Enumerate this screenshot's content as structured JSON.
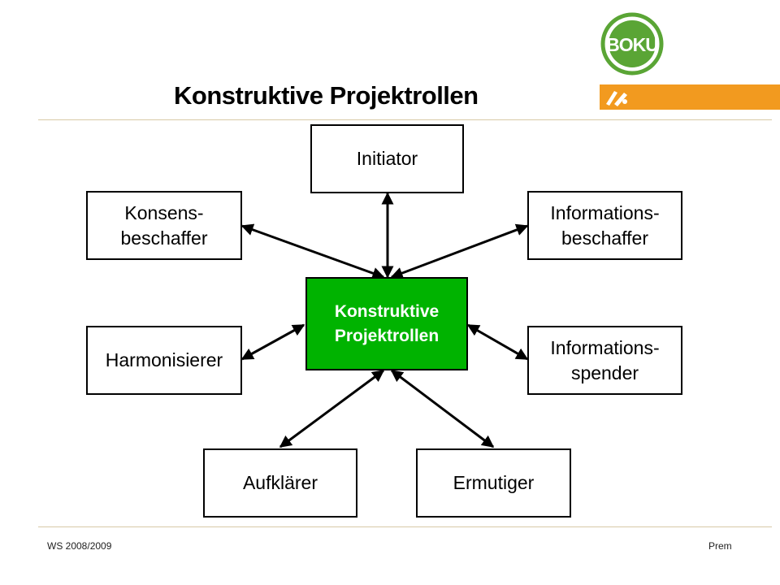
{
  "header": {
    "title": "Konstruktive Projektrollen"
  },
  "logo": {
    "text": "BOKU",
    "colors": {
      "green": "#5aa535",
      "orange": "#f29a1f"
    }
  },
  "diagram": {
    "center": "Konstruktive\nProjektrollen",
    "roles": {
      "initiator": "Initiator",
      "konsens": "Konsens-\nbeschaffer",
      "info_beschaffer": "Informations-\nbeschaffer",
      "harmonisierer": "Harmonisierer",
      "info_spender": "Informations-\nspender",
      "aufklaerer": "Aufklärer",
      "ermutiger": "Ermutiger"
    },
    "colors": {
      "center_fill": "#00b300",
      "center_text": "#ffffff"
    }
  },
  "footer": {
    "left": "WS 2008/2009",
    "right": "Prem"
  }
}
